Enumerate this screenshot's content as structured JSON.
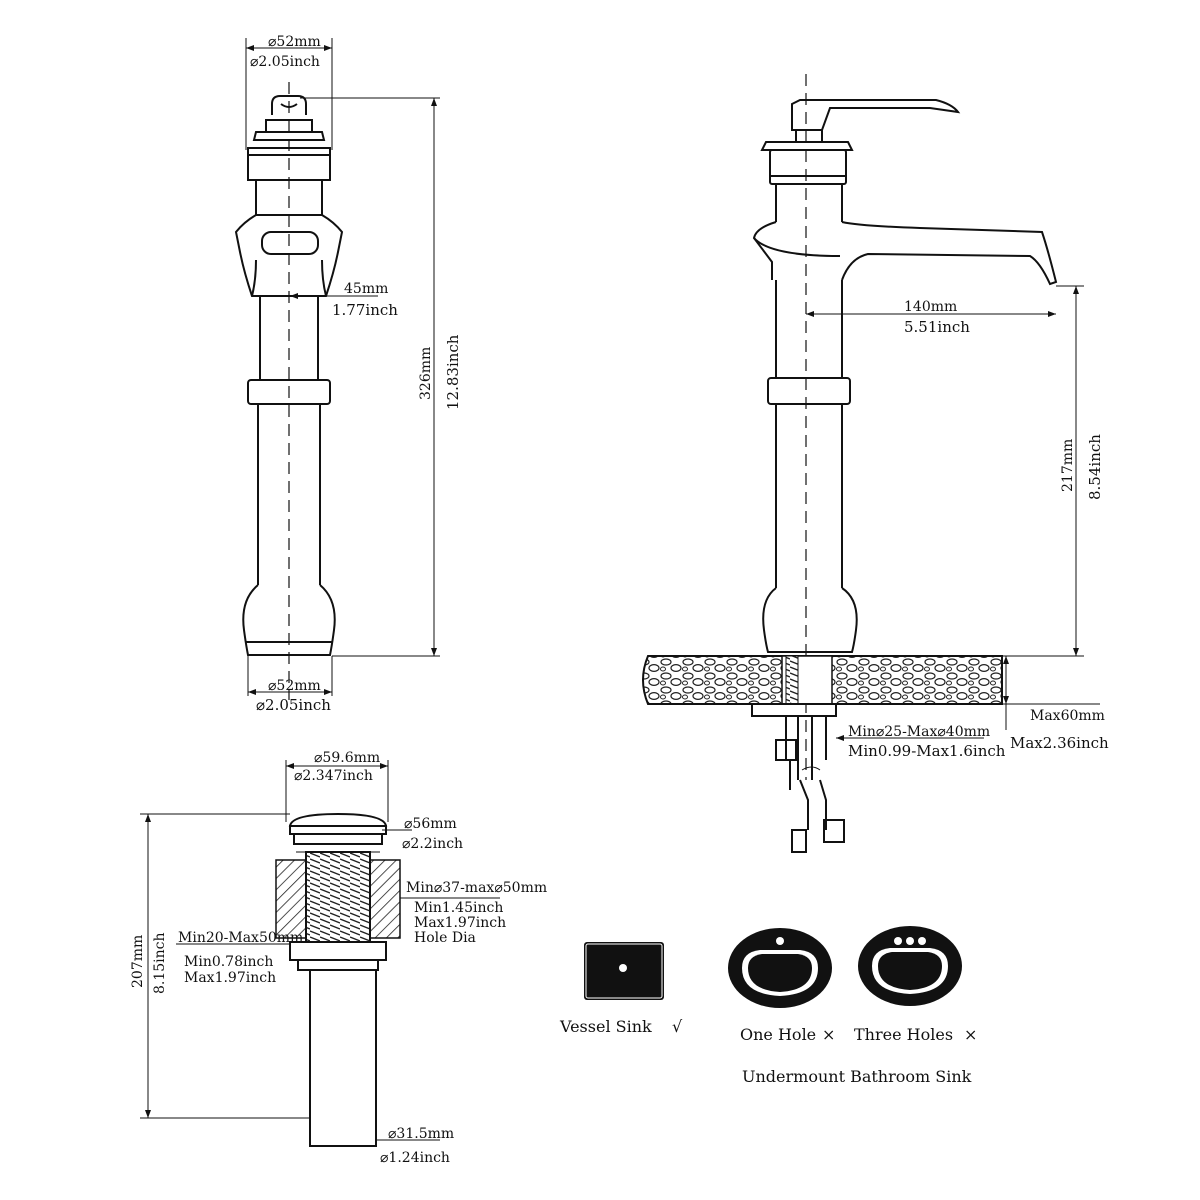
{
  "front_view": {
    "top_dia_mm": "⌀52mm",
    "top_dia_inch": "⌀2.05inch",
    "handle_mm": "45mm",
    "handle_inch": "1.77inch",
    "height_mm": "326mm",
    "height_inch": "12.83inch",
    "base_dia_mm": "⌀52mm",
    "base_dia_inch": "⌀2.05inch"
  },
  "side_view": {
    "reach_mm": "140mm",
    "reach_inch": "5.51inch",
    "spout_height_mm": "217mm",
    "spout_height_inch": "8.54inch",
    "deck_max_mm": "Max60mm",
    "deck_max_inch": "Max2.36inch",
    "hole_mm": "Min⌀25-Max⌀40mm",
    "hole_inch": "Min0.99-Max1.6inch"
  },
  "drain": {
    "cap_dia_mm": "⌀59.6mm",
    "cap_dia_inch": "⌀2.347inch",
    "flange_mm": "⌀56mm",
    "flange_inch": "⌀2.2inch",
    "hole_range_mm": "Min⌀37-max⌀50mm",
    "hole_min_inch": "Min1.45inch",
    "hole_max_inch": "Max1.97inch",
    "hole_label": "Hole Dia",
    "thickness_mm": "Min20-Max50mm",
    "thickness_min_inch": "Min0.78inch",
    "thickness_max_inch": "Max1.97inch",
    "height_mm": "207mm",
    "height_inch": "8.15inch",
    "pipe_mm": "⌀31.5mm",
    "pipe_inch": "⌀1.24inch"
  },
  "sinks": {
    "vessel_label": "Vessel Sink",
    "vessel_mark": "√",
    "one_hole_label": "One Hole",
    "one_hole_mark": "×",
    "three_holes_label": "Three Holes",
    "three_holes_mark": "×",
    "undermount_label": "Undermount Bathroom Sink"
  },
  "colors": {
    "line": "#111111",
    "background": "#ffffff"
  }
}
